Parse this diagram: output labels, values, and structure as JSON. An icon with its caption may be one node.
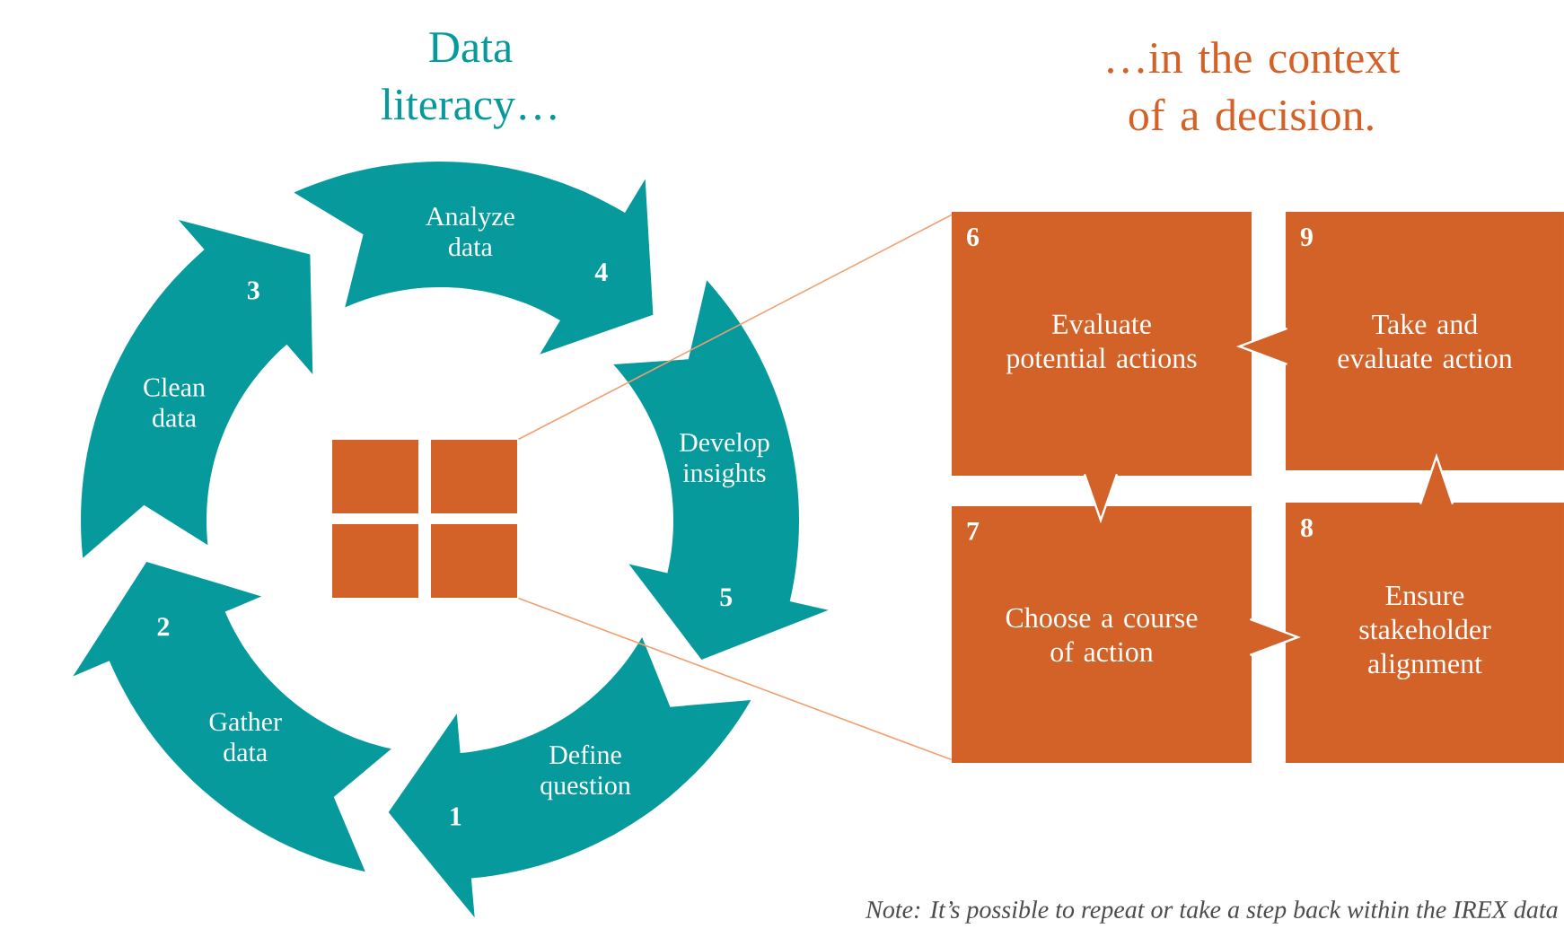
{
  "diagram": {
    "nodes": [
      {
        "text": [
          "Define question",
          "1"
        ]
      },
      {
        "text": [
          "Gather data",
          "2"
        ]
      },
      {
        "text": [
          "Clean data",
          "3"
        ]
      },
      {
        "text": [
          "Analyze data",
          "4"
        ]
      },
      {
        "text": [
          "Develop insights",
          "5"
        ]
      },
      {
        "text": [],
        "shape": "box"
      },
      {
        "text": [
          "6",
          "Evaluate potential actions"
        ]
      },
      {
        "text": [
          "7",
          "Choose a course of action"
        ]
      },
      {
        "text": [
          "8",
          "Ensure stakeholder alignment"
        ]
      },
      {
        "text": [
          "9",
          "Take and evaluate action"
        ]
      }
    ],
    "edges": [
      {
        "from": 6,
        "to": 7,
        "arrow": "to"
      },
      {
        "from": 7,
        "to": 8,
        "arrow": "to"
      },
      {
        "from": 8,
        "to": 9,
        "arrow": "to"
      },
      {
        "from": 9,
        "to": 6,
        "arrow": "to"
      },
      {
        "from": 5,
        "to": 6,
        "arrow": "none",
        "color": "#f0a070"
      },
      {
        "from": 5,
        "to": 7,
        "arrow": "none",
        "color": "#f0a070"
      }
    ],
    "labels": [
      "Data literacy…",
      "…in the context of a decision.",
      "Note: It’s possible to repeat or take a step back within the IREX data"
    ]
  }
}
